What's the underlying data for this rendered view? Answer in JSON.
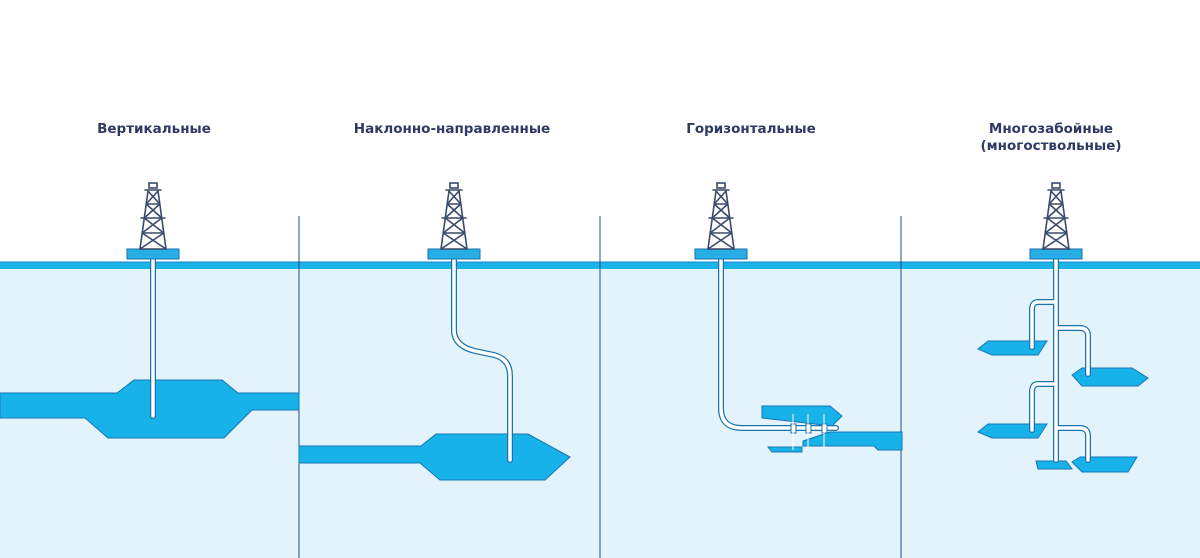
{
  "colors": {
    "sky": "#ffffff",
    "ground": "#e3f3fb",
    "surface": "#1bb3e8",
    "reservoir": "#18b2ea",
    "reservoir_stroke": "#1776b4",
    "pipe_stroke": "#1a72ac",
    "pipe_fill": "#ffffff",
    "divider": "#1e4f86",
    "rig_stroke": "#3a4a6a",
    "rig_base": "#27aee4",
    "title_text": "#2e3a63"
  },
  "wells": [
    {
      "id": "vertical",
      "title": [
        "Вертикальные"
      ],
      "rig": "derrick-icon"
    },
    {
      "id": "directional",
      "title": [
        "Наклонно-направленные"
      ],
      "rig": "derrick-icon"
    },
    {
      "id": "horizontal",
      "title": [
        "Горизонтальные"
      ],
      "rig": "derrick-icon"
    },
    {
      "id": "multilateral",
      "title": [
        "Многозабойные",
        "(многоствольные)"
      ],
      "rig": "derrick-icon"
    }
  ]
}
